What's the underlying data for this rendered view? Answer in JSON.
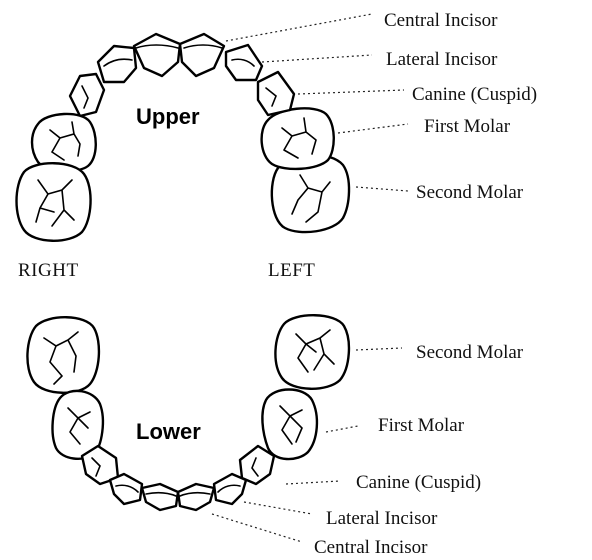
{
  "upper": {
    "title": "Upper",
    "labels": {
      "central_incisor": "Central Incisor",
      "lateral_incisor": "Lateral Incisor",
      "canine": "Canine (Cuspid)",
      "first_molar": "First Molar",
      "second_molar": "Second Molar"
    }
  },
  "sides": {
    "right": "RIGHT",
    "left": "LEFT"
  },
  "lower": {
    "title": "Lower",
    "labels": {
      "second_molar": "Second Molar",
      "first_molar": "First Molar",
      "canine": "Canine (Cuspid)",
      "lateral_incisor": "Lateral Incisor",
      "central_incisor": "Central Incisor"
    }
  }
}
